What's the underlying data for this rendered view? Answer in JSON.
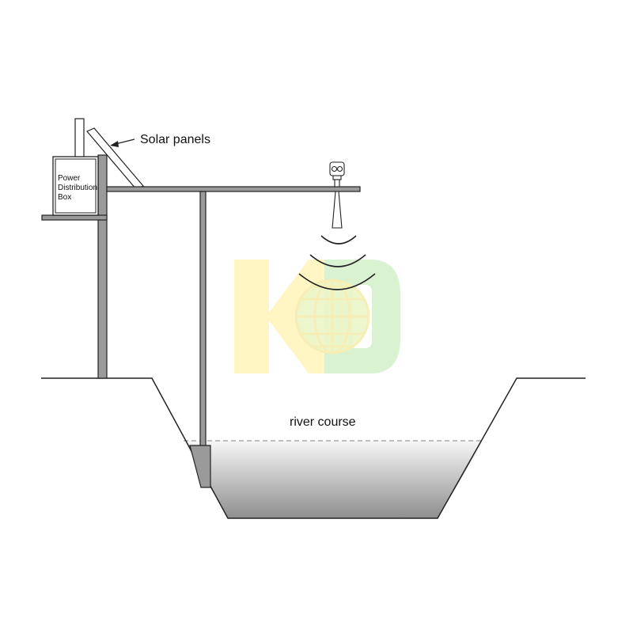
{
  "labels": {
    "solar_panels": "Solar panels",
    "power_box_line1": "Power",
    "power_box_line2": "Distribution",
    "power_box_line3": "Box",
    "river_course": "river course"
  },
  "colors": {
    "structure_fill": "#9a9a9a",
    "outline": "#222222",
    "water_top": "#f7f7f7",
    "water_bottom": "#8e8e8e",
    "water_level_dash": "#9a9a9a",
    "watermark_yellow": "#fff3b0",
    "watermark_green": "#cdeec4",
    "watermark_globe": "#e7f3b6"
  },
  "icons": {
    "sensor": "radar-level-sensor-icon",
    "signal": "signal-wave-icon",
    "logo": "kd-globe-watermark"
  }
}
